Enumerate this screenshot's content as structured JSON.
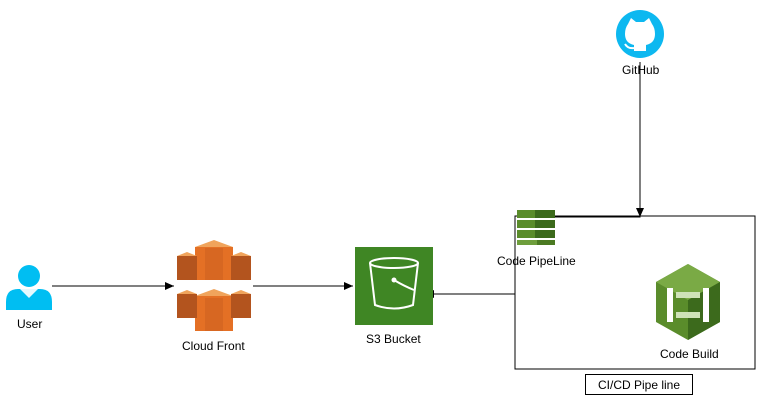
{
  "diagram": {
    "nodes": {
      "user": {
        "label": "User",
        "icon": "user-icon",
        "color": "#00BEF2"
      },
      "cloudfront": {
        "label": "Cloud Front",
        "icon": "cloudfront-icon",
        "color": "#E47025"
      },
      "s3": {
        "label": "S3 Bucket",
        "icon": "s3-bucket-icon",
        "color": "#3F8624"
      },
      "github": {
        "label": "GitHub",
        "icon": "github-icon",
        "color": "#0DB8F0"
      },
      "codepipeline": {
        "label": "Code PipeLine",
        "icon": "codepipeline-icon",
        "color": "#5A8C2B"
      },
      "codebuild": {
        "label": "Code Build",
        "icon": "codebuild-icon",
        "color": "#5A8C2B"
      }
    },
    "group": {
      "label": "CI/CD Pipe line"
    },
    "edges": [
      {
        "from": "user",
        "to": "cloudfront"
      },
      {
        "from": "cloudfront",
        "to": "s3"
      },
      {
        "from": "codepipeline",
        "to": "s3"
      },
      {
        "from": "github",
        "to": "codepipeline"
      }
    ]
  }
}
